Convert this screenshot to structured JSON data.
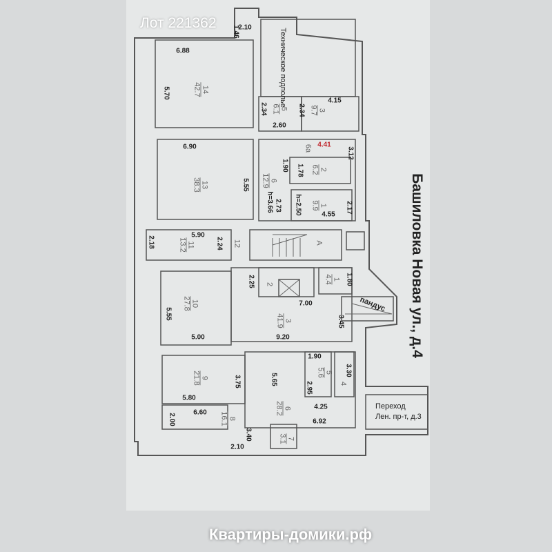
{
  "lot_title": "Лот 221362",
  "street": "Башиловка Новая ул., д.4",
  "tech_underfloor": "Техническое подполье",
  "ramp": "пандус",
  "passage": {
    "line1": "Переход",
    "line2": "Лен. пр-т, д.3"
  },
  "watermark": "Квартиры-домики.рф",
  "dimensions": [
    "2.10",
    "1.46",
    "6.88",
    "5.70",
    "4.15",
    "2.34",
    "2.34",
    "2.60",
    "6.90",
    "4.41",
    "3.12",
    "5.55",
    "1.90",
    "1.78",
    "h=3.66",
    "2.73",
    "h=2.50",
    "2.17",
    "4.55",
    "5.90",
    "2.24",
    "2.18",
    "2.25",
    "1.80",
    "7.00",
    "5.55",
    "3.45",
    "5.00",
    "9.20",
    "1.90",
    "3.30",
    "2.95",
    "3.75",
    "5.65",
    "5.80",
    "4.25",
    "6.92",
    "2.00",
    "6.60",
    "3.40",
    "2.10"
  ],
  "rooms": [
    {
      "n": "14",
      "area": "42.7"
    },
    {
      "n": "5",
      "area": "6.1"
    },
    {
      "n": "3",
      "area": "9.7"
    },
    {
      "n": "13",
      "area": "38.3"
    },
    {
      "n": "2",
      "area": "6.2"
    },
    {
      "n": "6",
      "area": "12.9"
    },
    {
      "n": "1",
      "area": "9.9"
    },
    {
      "n": "11",
      "area": "13.2"
    },
    {
      "n": "1",
      "area": "4.4"
    },
    {
      "n": "10",
      "area": "27.8"
    },
    {
      "n": "3",
      "area": "41.9"
    },
    {
      "n": "5",
      "area": "5.6"
    },
    {
      "n": "9",
      "area": "21.8"
    },
    {
      "n": "6",
      "area": "28.2"
    },
    {
      "n": "8",
      "area": "16.1"
    },
    {
      "n": "7",
      "area": "3.1"
    }
  ],
  "room_tags": [
    "6а",
    "12",
    "А",
    "2",
    "4"
  ]
}
